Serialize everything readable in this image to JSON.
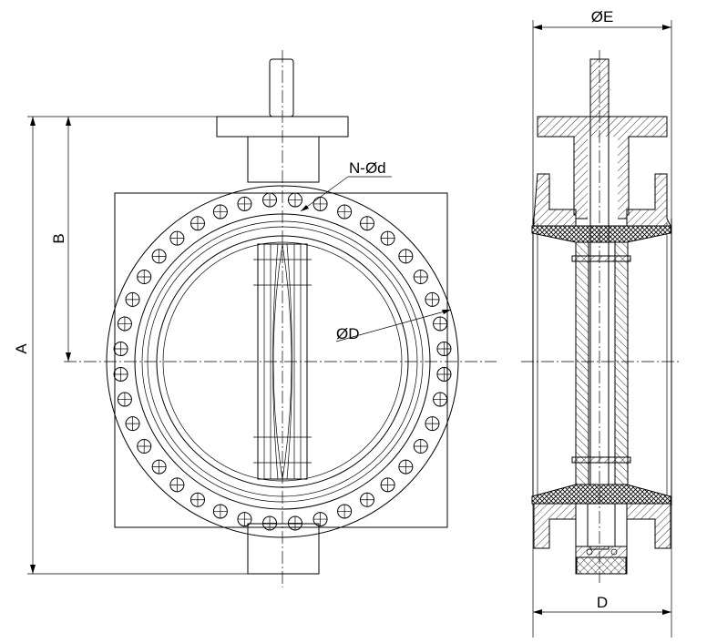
{
  "title": "Butterfly valve dimension drawing",
  "labels": {
    "overall_height": "A",
    "stem_height": "B",
    "bolt_holes": "N-Ød",
    "flange_diameter": "ØD",
    "top_flange_diameter": "ØE",
    "face_to_face": "D"
  },
  "bolt_hole_count_drawn": 40
}
